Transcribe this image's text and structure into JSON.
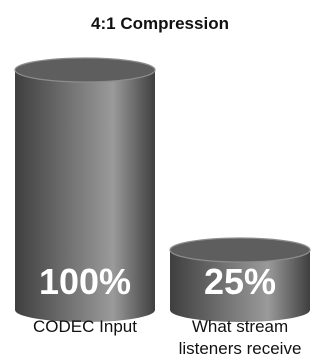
{
  "chart_data": {
    "type": "bar",
    "title": "4:1 Compression",
    "categories": [
      "CODEC Input",
      "What stream listeners receive"
    ],
    "category_lines": [
      [
        "CODEC Input"
      ],
      [
        "What stream",
        "listeners receive"
      ]
    ],
    "values": [
      100,
      25
    ],
    "value_labels": [
      "100%",
      "25%"
    ],
    "ylim": [
      0,
      100
    ],
    "xlabel": "",
    "ylabel": "",
    "grid": false,
    "legend": "none",
    "colors": {
      "body_dark": "#3f3f3f",
      "body_mid": "#7a7a7a",
      "body_light": "#9a9a9a",
      "top_face": "#5e5e5e",
      "top_rim": "#8c8c8c",
      "label": "#ffffff"
    }
  }
}
